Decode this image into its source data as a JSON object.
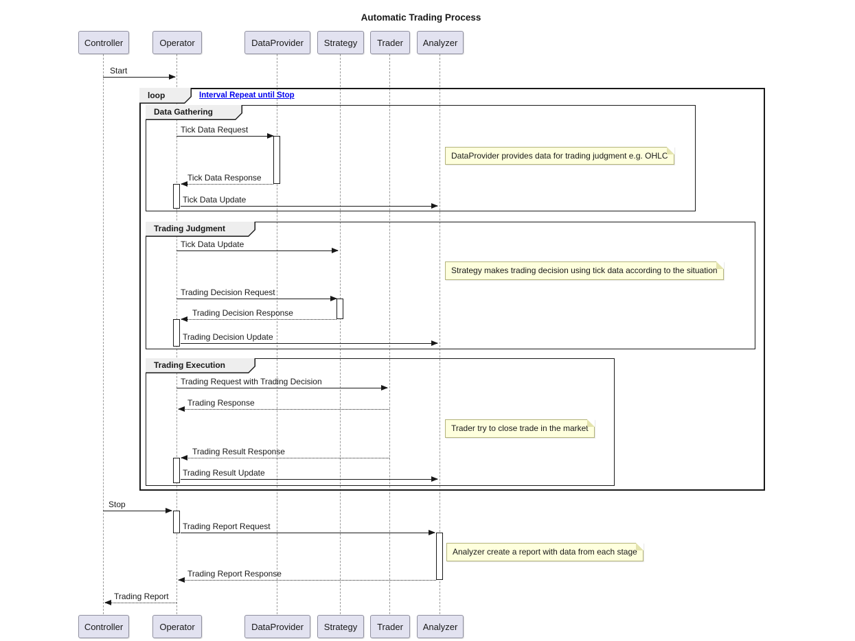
{
  "title": "Automatic Trading Process",
  "participants": [
    {
      "name": "Controller"
    },
    {
      "name": "Operator"
    },
    {
      "name": "DataProvider"
    },
    {
      "name": "Strategy"
    },
    {
      "name": "Trader"
    },
    {
      "name": "Analyzer"
    }
  ],
  "loop_frame": {
    "operator": "loop",
    "condition": "Interval Repeat until Stop"
  },
  "frames": [
    {
      "label": "Data Gathering"
    },
    {
      "label": "Trading Judgment"
    },
    {
      "label": "Trading Execution"
    }
  ],
  "messages": [
    {
      "label": "Start",
      "type": "sync",
      "from": "Controller",
      "to": "Operator"
    },
    {
      "label": "Tick Data Request",
      "type": "sync",
      "from": "Operator",
      "to": "DataProvider"
    },
    {
      "label": "Tick Data Response",
      "type": "return",
      "from": "DataProvider",
      "to": "Operator"
    },
    {
      "label": "Tick Data Update",
      "type": "sync",
      "from": "Operator",
      "to": "Analyzer"
    },
    {
      "label": "Tick Data Update",
      "type": "sync",
      "from": "Operator",
      "to": "Strategy"
    },
    {
      "label": "Trading Decision Request",
      "type": "sync",
      "from": "Operator",
      "to": "Strategy"
    },
    {
      "label": "Trading Decision Response",
      "type": "return",
      "from": "Strategy",
      "to": "Operator"
    },
    {
      "label": "Trading Decision Update",
      "type": "sync",
      "from": "Operator",
      "to": "Analyzer"
    },
    {
      "label": "Trading Request with Trading Decision",
      "type": "sync",
      "from": "Operator",
      "to": "Trader"
    },
    {
      "label": "Trading Response",
      "type": "return",
      "from": "Trader",
      "to": "Operator"
    },
    {
      "label": "Trading Result Response",
      "type": "return",
      "from": "Trader",
      "to": "Operator"
    },
    {
      "label": "Trading Result Update",
      "type": "sync",
      "from": "Operator",
      "to": "Analyzer"
    },
    {
      "label": "Stop",
      "type": "sync",
      "from": "Controller",
      "to": "Operator"
    },
    {
      "label": "Trading Report Request",
      "type": "sync",
      "from": "Operator",
      "to": "Analyzer"
    },
    {
      "label": "Trading Report Response",
      "type": "return",
      "from": "Analyzer",
      "to": "Operator"
    },
    {
      "label": "Trading Report",
      "type": "return",
      "from": "Operator",
      "to": "Controller"
    }
  ],
  "notes": [
    {
      "text": "DataProvider provides data for trading judgment e.g. OHLC"
    },
    {
      "text": "Strategy makes trading decision using tick data according to the situation"
    },
    {
      "text": "Trader try to close trade in the market"
    },
    {
      "text": "Analyzer create a report with data from each stage"
    }
  ],
  "colors": {
    "participant_fill": "#E2E2F0",
    "note_fill": "#FEFFDD",
    "frame_header_fill": "#EEEEEE",
    "link_text": "#0000EE",
    "line": "#181818",
    "lifeline": "#999999"
  }
}
